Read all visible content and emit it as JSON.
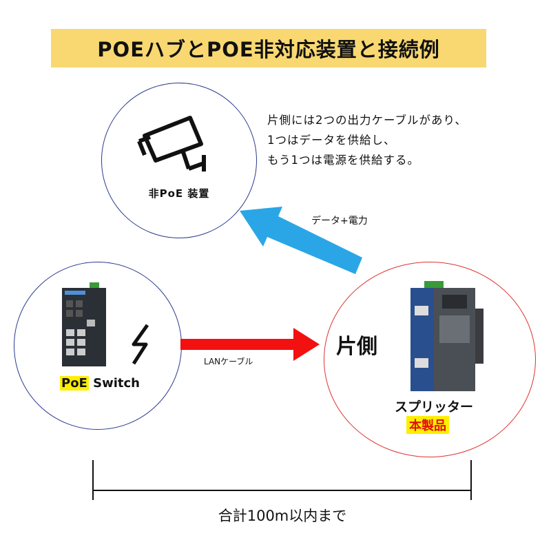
{
  "title": "POEハブとPOE非対応装置と接続例",
  "description": {
    "lines": [
      "片側には2つの出力ケーブルがあり、",
      "1つはデータを供給し、",
      "もう1つは電源を供給する。"
    ]
  },
  "device": {
    "label": "非PoE  装置",
    "icon": "security-camera-icon"
  },
  "arrow_up": {
    "label": "データ+電力",
    "color": "#2aa6e6"
  },
  "switch": {
    "label_highlight": "PoE",
    "label_rest": " Switch",
    "icon": "lightning-icon"
  },
  "arrow_lan": {
    "label": "LANケーブル",
    "color": "#f21010"
  },
  "splitter": {
    "side_label": "片側",
    "name": "スプリッター",
    "product": "本製品"
  },
  "range": {
    "label": "合計100m以内まで"
  },
  "colors": {
    "title_bg": "#f9d871",
    "highlight": "#ffee00",
    "circle_blue": "#2a3a8c",
    "circle_red": "#e03030"
  }
}
